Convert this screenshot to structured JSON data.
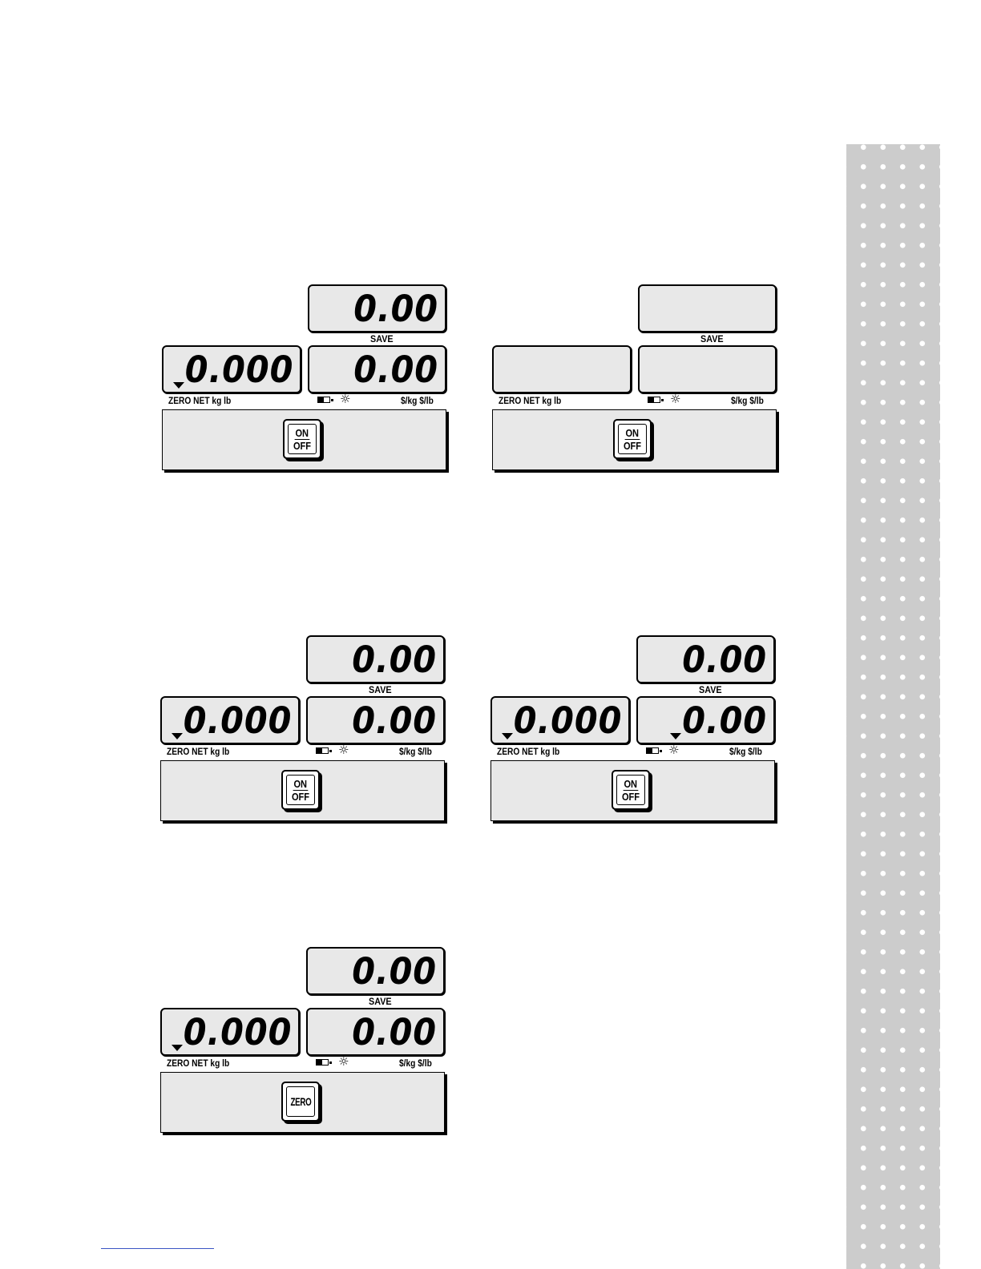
{
  "labels": {
    "save": "SAVE",
    "left_annunciators": "ZERO NET kg  lb",
    "right_annunciators": "$/kg $/lb",
    "sun_glyph": "☼"
  },
  "keys": {
    "on": "ON",
    "off": "OFF",
    "zero": "ZERO"
  },
  "scales": [
    {
      "top": "0.00",
      "left": "0.000",
      "right": "0.00",
      "key": "on_off"
    },
    {
      "top": "",
      "left": "",
      "right": "",
      "key": "on_off"
    },
    {
      "top": "0.00",
      "left": "0.000",
      "right": "0.00",
      "key": "on_off"
    },
    {
      "top": "0.00",
      "left": "0.000",
      "right": "0.00",
      "key": "on_off"
    },
    {
      "top": "0.00",
      "left": "0.000",
      "right": "0.00",
      "key": "zero"
    }
  ],
  "icons": [
    "battery-icon",
    "brightness-icon",
    "down-arrow-indicator"
  ],
  "colors": {
    "panel": "#e8e8e8",
    "side_tab": "#cccccc",
    "footer_rule": "#3a55c4"
  }
}
